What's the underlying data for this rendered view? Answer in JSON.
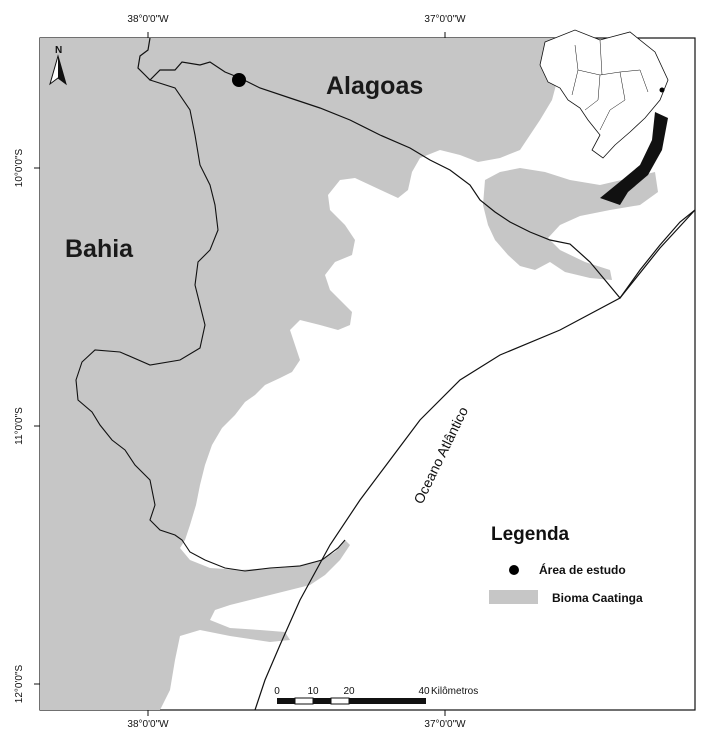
{
  "colors": {
    "caatinga": "#c6c6c6",
    "background": "#ffffff",
    "border": "#111111",
    "study_point": "#000000"
  },
  "map": {
    "x_ticks": [
      "38°0'0\"W",
      "37°0'0\"W"
    ],
    "y_ticks": [
      "10°0'0\"S",
      "11°0'0\"S",
      "12°0'0\"S"
    ],
    "states": {
      "alagoas": "Alagoas",
      "bahia": "Bahia"
    },
    "ocean_label": "Oceano Atlântico",
    "north_label": "N",
    "inset_icon": "brazil-locator-map",
    "arrow_icon": "curved-arrow-icon"
  },
  "legend": {
    "title": "Legenda",
    "items": [
      {
        "label": "Área de estudo",
        "symbol": "black-dot"
      },
      {
        "label": "Bioma Caatinga",
        "symbol": "gray-patch"
      }
    ]
  },
  "scale_bar": {
    "ticks": [
      "0",
      "10",
      "20",
      "40"
    ],
    "unit": "Kilômetros"
  }
}
